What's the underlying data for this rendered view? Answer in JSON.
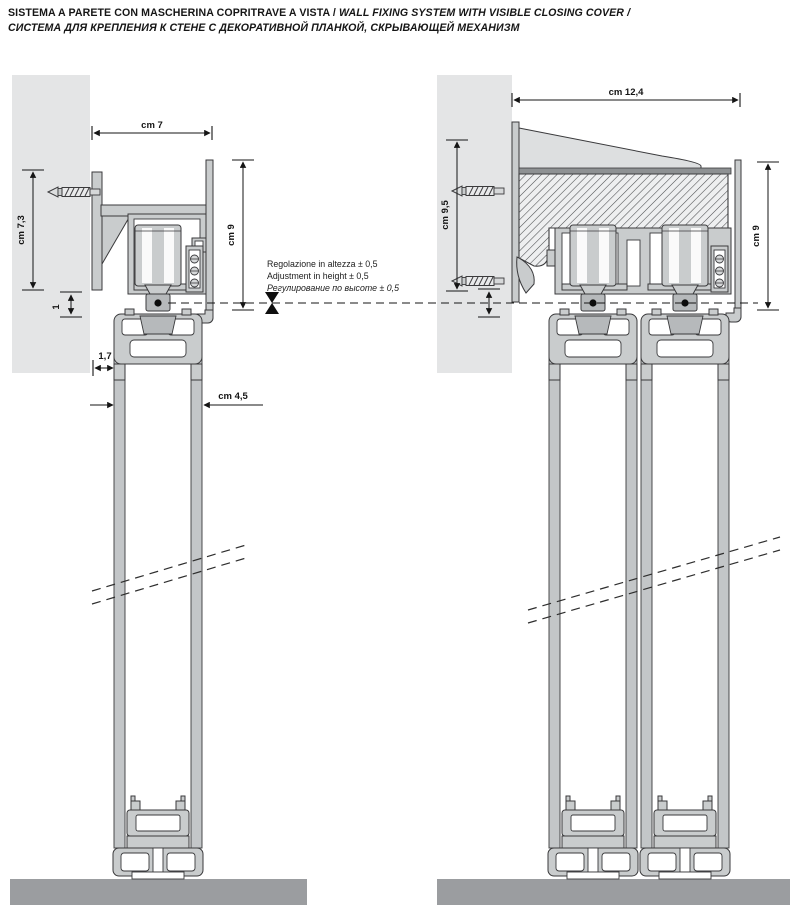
{
  "header": {
    "title_it": "SISTEMA A PARETE CON MASCHERINA COPRITRAVE A VISTA /",
    "title_en": "WALL FIXING SYSTEM WITH VISIBLE CLOSING COVER /",
    "title_ru": "СИСТЕМА ДЛЯ КРЕПЛЕНИЯ К СТЕНЕ С ДЕКОРАТИВНОЙ ПЛАНКОЙ, СКРЫВАЮЩЕЙ МЕХАНИЗМ"
  },
  "adjustment_note": {
    "it": "Regolazione in altezza ± 0,5",
    "en": "Adjustment in height ± 0,5",
    "ru": "Регулирование по высоте ± 0,5"
  },
  "left_diagram": {
    "dim_track_width": "cm 7",
    "dim_wall_fixing_height": "cm 7,3",
    "dim_cover_height": "cm 9",
    "dim_top_clearance": "1",
    "dim_wall_offset": "1,7",
    "dim_door_thickness": "cm 4,5"
  },
  "right_diagram": {
    "dim_track_width": "cm 12,4",
    "dim_wall_fixing_height": "cm 9,5",
    "dim_cover_height": "cm 9"
  },
  "colors": {
    "wall": "#e4e5e6",
    "floor": "#9b9da0",
    "profile": "#c9cccd",
    "outline": "#3a3a3c",
    "text": "#151515"
  }
}
